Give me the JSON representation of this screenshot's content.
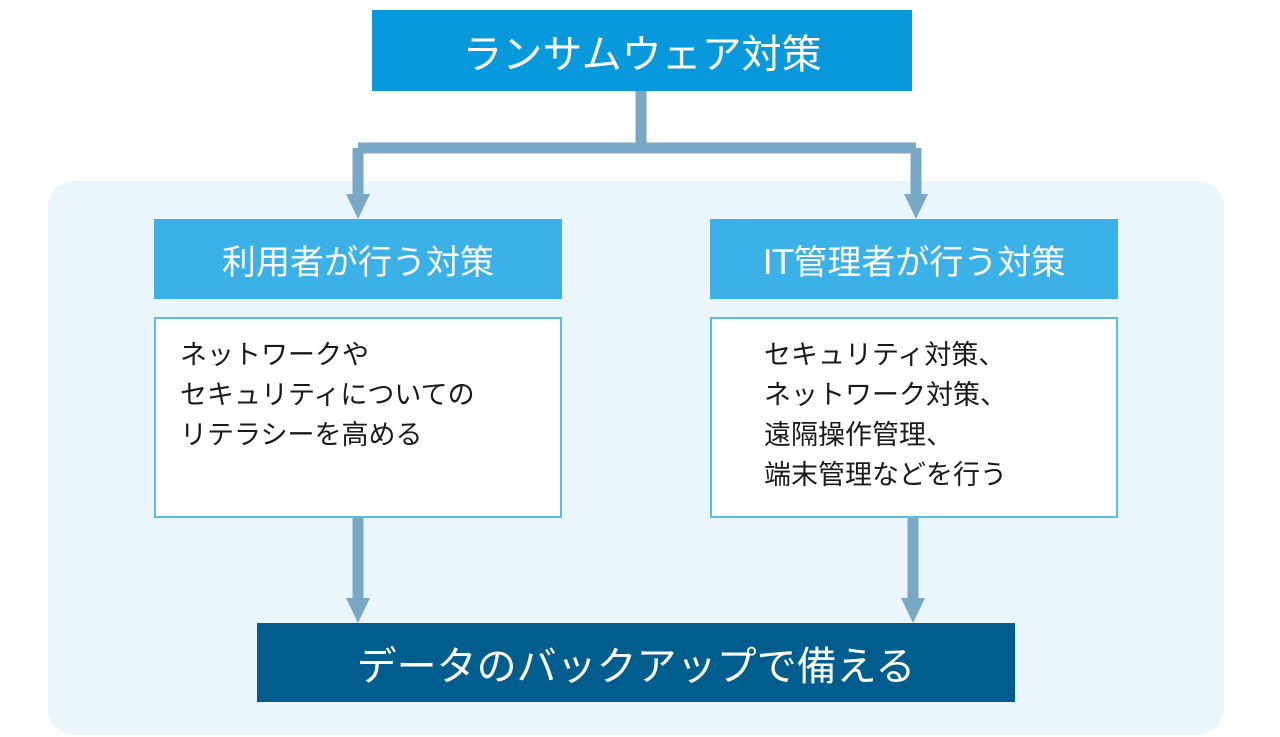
{
  "diagram": {
    "root": {
      "label": "ランサムウェア対策"
    },
    "branches": [
      {
        "label": "利用者が行う対策",
        "details": [
          "ネットワークや",
          "セキュリティについての",
          "リテラシーを高める"
        ]
      },
      {
        "label": "IT管理者が行う対策",
        "details": [
          "セキュリティ対策、",
          "ネットワーク対策、",
          "遠隔操作管理、",
          "端末管理などを行う"
        ]
      }
    ],
    "outcome": {
      "label": "データのバックアップで備える"
    }
  },
  "colors": {
    "root_fill": "#0799dc",
    "branch_fill": "#3bb1e8",
    "outcome_fill": "#005d8e",
    "panel_fill": "#eaf6fc",
    "connector": "#78a8c6",
    "detail_border": "#59bde9"
  }
}
